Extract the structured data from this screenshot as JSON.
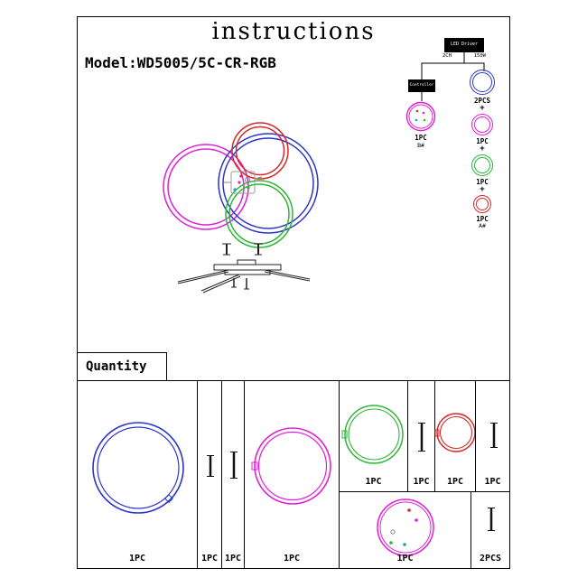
{
  "page": {
    "title": "instructions",
    "model": "Model:WD5005/5C-CR-RGB",
    "quantity_label": "Quantity"
  },
  "colors": {
    "blue": "#2b35c8",
    "magenta": "#e020d8",
    "red": "#d42a2a",
    "green": "#2fb53a",
    "line": "#000000"
  },
  "wiring": {
    "driver_label": "LED Driver",
    "driver_sub_left": "2CH",
    "driver_sub_right": "150W",
    "controller_label": "Controller",
    "panel": {
      "part": "control-panel-disc",
      "qty": "1PC",
      "code": "B#"
    },
    "chain": [
      {
        "part": "blue-ring",
        "qty": "2PCS",
        "joiner": "+"
      },
      {
        "part": "magenta-ring",
        "qty": "1PC",
        "joiner": "+"
      },
      {
        "part": "green-ring",
        "qty": "1PC",
        "joiner": "+"
      },
      {
        "part": "red-ring",
        "qty": "1PC",
        "code": "A#"
      }
    ]
  },
  "table": {
    "cells": [
      {
        "part": "large-blue-ring",
        "qty": "1PC"
      },
      {
        "part": "connector-rod-short",
        "qty": "1PC"
      },
      {
        "part": "connector-rod",
        "qty": "1PC"
      },
      {
        "part": "magenta-ring",
        "qty": "1PC"
      },
      {
        "part": "green-ring",
        "qty": "1PC"
      },
      {
        "part": "connector-rod",
        "qty": "1PC"
      },
      {
        "part": "red-ring",
        "qty": "1PC"
      },
      {
        "part": "connector-rod",
        "qty": "1PC"
      },
      {
        "part": "control-panel-disc",
        "qty": "1PC"
      },
      {
        "part": "connector-rod",
        "qty": "2PCS"
      }
    ]
  }
}
